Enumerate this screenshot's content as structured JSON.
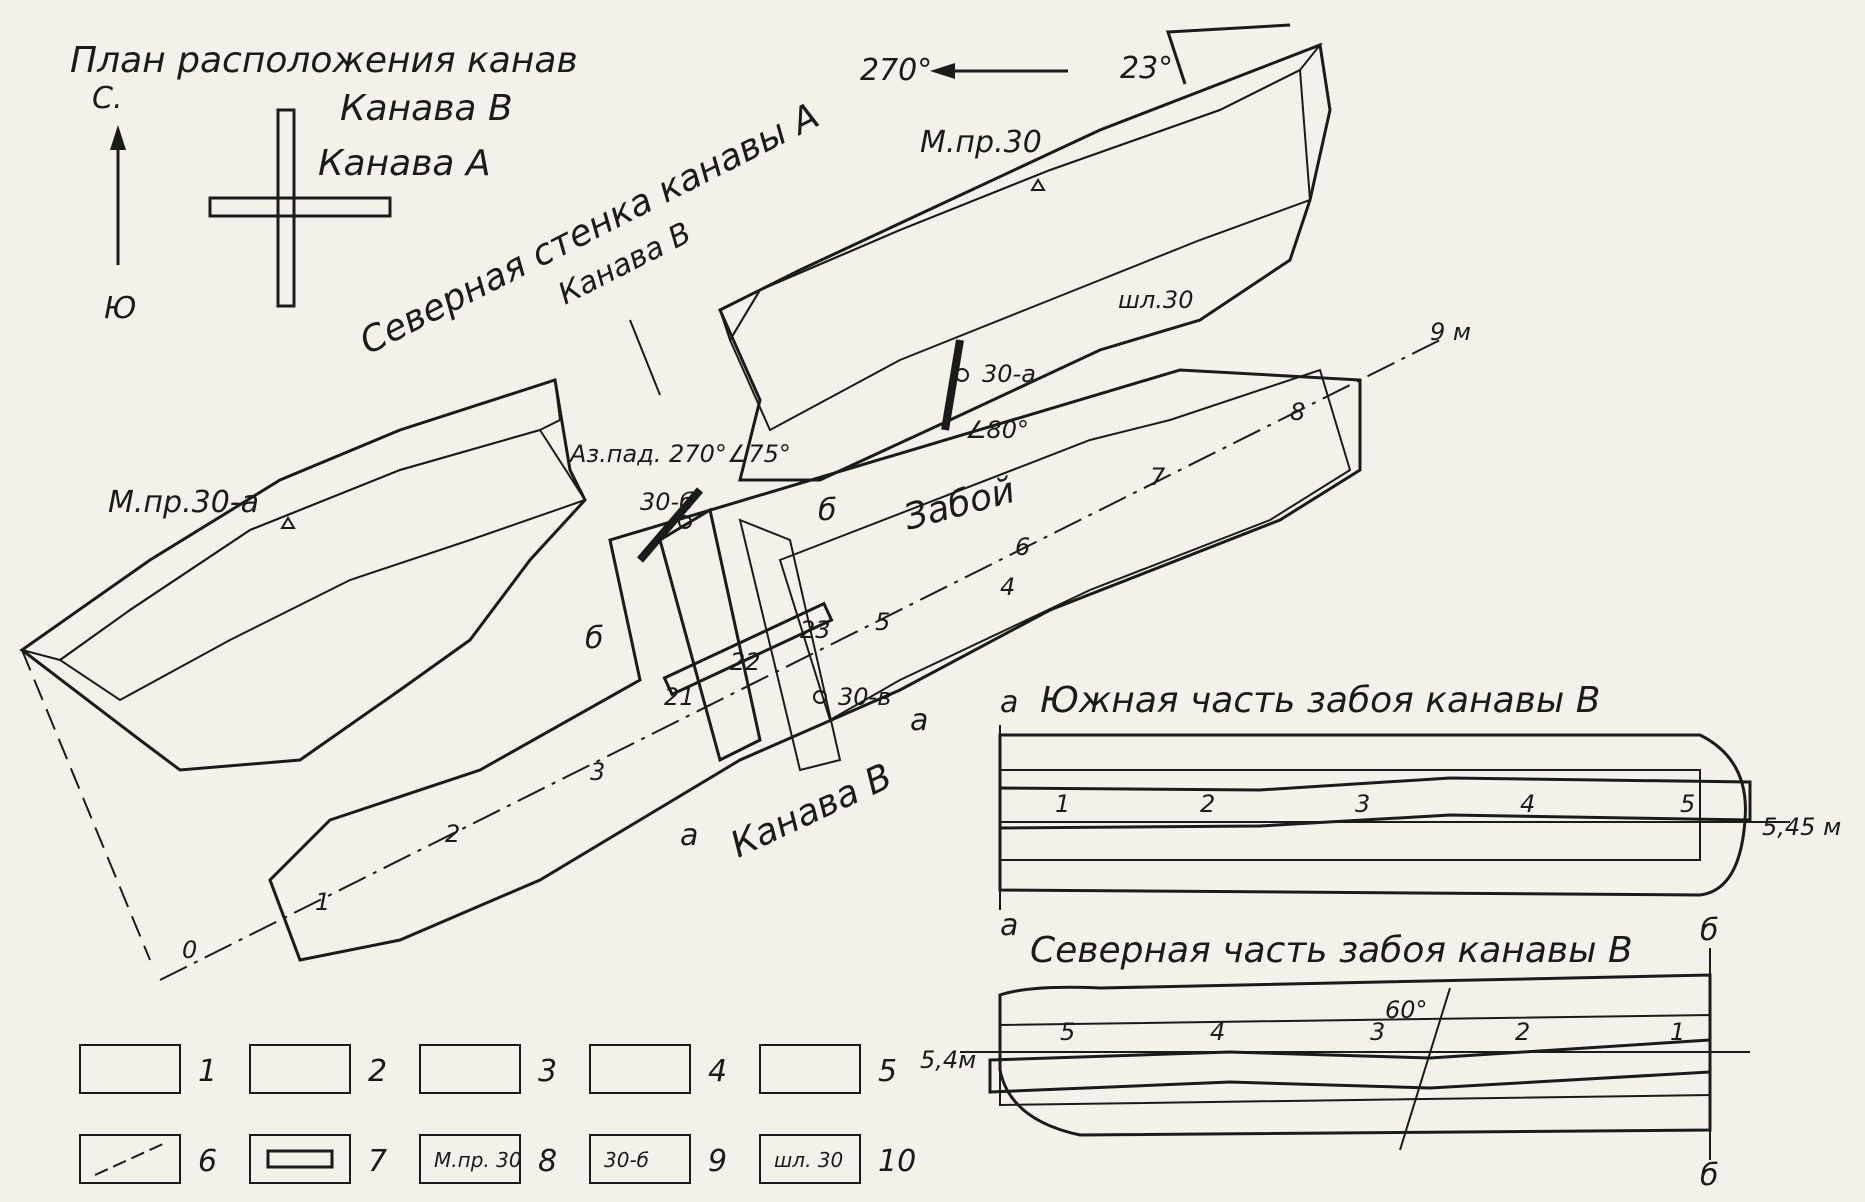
{
  "plan": {
    "title": "План расположения канав",
    "north": "С.",
    "south": "Ю",
    "trench_b": "Канава В",
    "trench_a": "Канава А"
  },
  "orientation": {
    "azimuth": "270°",
    "slope": "23°"
  },
  "main": {
    "north_wall_label": "Северная стенка канавы А",
    "trench_b_pointer": "Канава В",
    "sample_mpr30": "М.пр.30",
    "sample_mpr30a": "М.пр.30-а",
    "sample_30a": "30-а",
    "sample_30b": "30-б",
    "sample_30v": "30-в",
    "thin_section": "шл.30",
    "dip_angle": "∠80°",
    "azimuth_dip": "Аз.пад. 270°∠75°",
    "face_label": "Забой",
    "trench_b_label": "Канава В",
    "distance_end": "9 м",
    "zero": "0",
    "tick_labels": [
      "1",
      "2",
      "3",
      "4",
      "5",
      "6",
      "7",
      "8"
    ],
    "section_a": "а",
    "section_b": "б",
    "channel_numbers": [
      "21",
      "22",
      "23"
    ]
  },
  "south_face": {
    "title": "Южная часть забоя канавы В",
    "length": "5,45 м",
    "marks": [
      "1",
      "2",
      "3",
      "4",
      "5"
    ],
    "corner": "а"
  },
  "north_face": {
    "title": "Северная часть забоя канавы В",
    "length": "5,4м",
    "angle": "60°",
    "marks": [
      "5",
      "4",
      "3",
      "2",
      "1"
    ],
    "corner": "б"
  },
  "legend": {
    "items": [
      {
        "num": "1",
        "label": ""
      },
      {
        "num": "2",
        "label": ""
      },
      {
        "num": "3",
        "label": ""
      },
      {
        "num": "4",
        "label": ""
      },
      {
        "num": "5",
        "label": ""
      },
      {
        "num": "6",
        "label": ""
      },
      {
        "num": "7",
        "label": ""
      },
      {
        "num": "8",
        "label": "М.пр. 30"
      },
      {
        "num": "9",
        "label": "30-б"
      },
      {
        "num": "10",
        "label": "шл. 30"
      }
    ]
  }
}
